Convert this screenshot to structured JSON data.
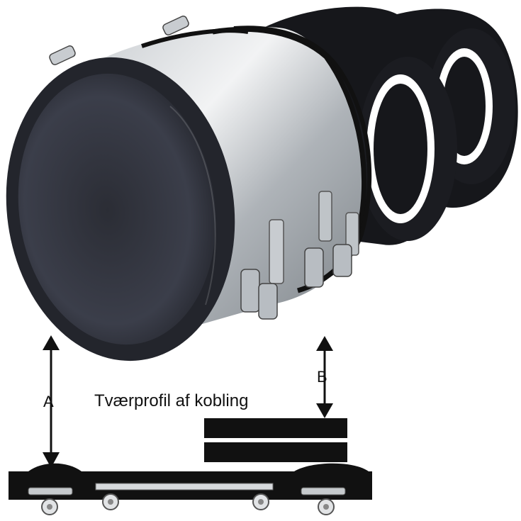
{
  "diagram": {
    "caption": "Tværprofil af kobling",
    "dimension_a_label": "A",
    "dimension_b_label": "B"
  },
  "colors": {
    "rubber": "#1f2026",
    "rubber_inner": "#3a3d48",
    "steel_light": "#e6e8ea",
    "steel_dark": "#8d9398",
    "profile_black": "#111111",
    "arrow": "#111111"
  }
}
